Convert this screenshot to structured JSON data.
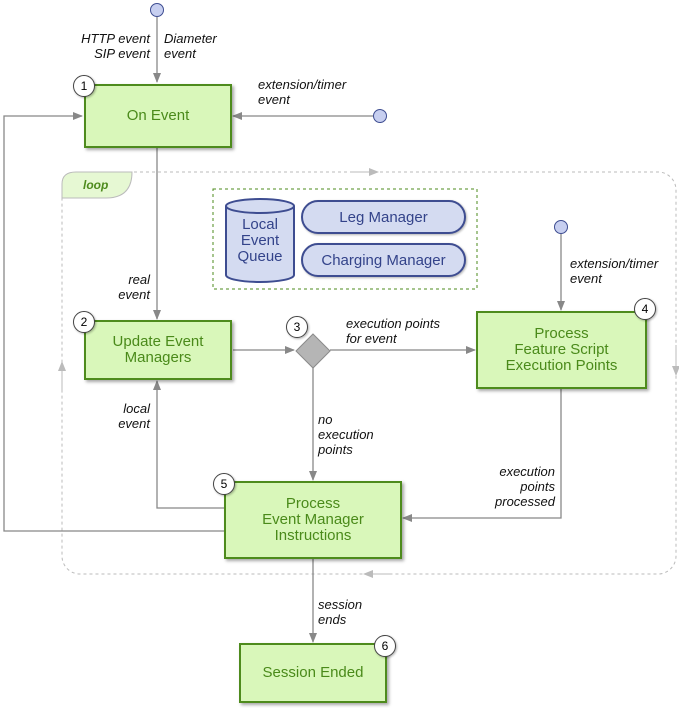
{
  "nodes": {
    "on_event": "On Event",
    "update_event_managers": "Update Event\nManagers",
    "process_feature_script": "Process\nFeature Script\nExecution Points",
    "process_event_manager": "Process\nEvent Manager\nInstructions",
    "session_ended": "Session Ended"
  },
  "numbers": [
    "1",
    "2",
    "3",
    "4",
    "5",
    "6"
  ],
  "managers": {
    "queue": "Local\nEvent\nQueue",
    "leg_manager": "Leg Manager",
    "charging_manager": "Charging Manager"
  },
  "loop_label": "loop",
  "edge_labels": {
    "http_sip": "HTTP event\nSIP event",
    "diameter": "Diameter\nevent",
    "extension_timer_top": "extension/timer\nevent",
    "extension_timer_right": "extension/timer\nevent",
    "real_event": "real\nevent",
    "execution_points_for_event": "execution points\nfor event",
    "local_event": "local\nevent",
    "no_execution_points": "no\nexecution\npoints",
    "execution_points_processed": "execution\npoints\nprocessed",
    "session_ends": "session\nends"
  },
  "colors": {
    "state_fill": "#d9f7ba",
    "state_border": "#4e8b1d",
    "manager_fill": "#d4dbf1",
    "manager_border": "#3e4d91",
    "start_dot": "#c7cff0",
    "edge": "#888888"
  }
}
